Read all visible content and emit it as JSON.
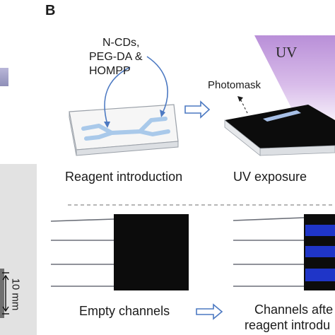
{
  "panel": {
    "letter": "B"
  },
  "reagents": {
    "line1": "N-CDs,",
    "line2": "PEG-DA &",
    "line3": "HOMPP"
  },
  "photomask_label": "Photomask",
  "uv_label": "UV",
  "captions": {
    "reagent_introduction": "Reagent introduction",
    "uv_exposure": "UV exposure",
    "empty_channels": "Empty channels",
    "channels_after_line1": "Channels afte",
    "channels_after_line2": "reagent introdu"
  },
  "scale_bar": {
    "label": "10 mm"
  },
  "colors": {
    "uv_purple": "#c9a6e0",
    "mask_black": "#0c0c0c",
    "channel_blue": "#1f35c8",
    "arrow_blue": "#4c79c2",
    "left_panel_gray": "#e3e3e3"
  }
}
